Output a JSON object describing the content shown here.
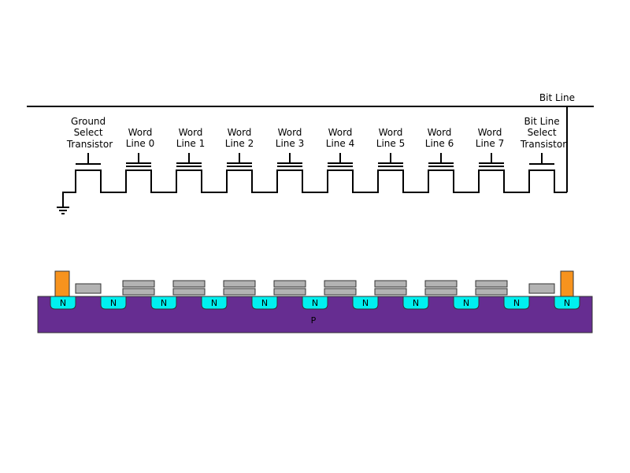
{
  "schematic": {
    "bit_line_label": "Bit Line",
    "ground_select_label": [
      "Ground",
      "Select",
      "Transistor"
    ],
    "bit_line_select_label": [
      "Bit Line",
      "Select",
      "Transistor"
    ],
    "word_lines": [
      [
        "Word",
        "Line 0"
      ],
      [
        "Word",
        "Line 1"
      ],
      [
        "Word",
        "Line 2"
      ],
      [
        "Word",
        "Line 3"
      ],
      [
        "Word",
        "Line 4"
      ],
      [
        "Word",
        "Line 5"
      ],
      [
        "Word",
        "Line 6"
      ],
      [
        "Word",
        "Line 7"
      ]
    ]
  },
  "cross_section": {
    "substrate_label": "P",
    "n_region_label": "N",
    "n_region_count": 11
  },
  "colors": {
    "substrate": "#662d91",
    "n_region": "#00f0f0",
    "gate": "#b3b3b3",
    "contact": "#f7931e",
    "wire": "#000000"
  }
}
